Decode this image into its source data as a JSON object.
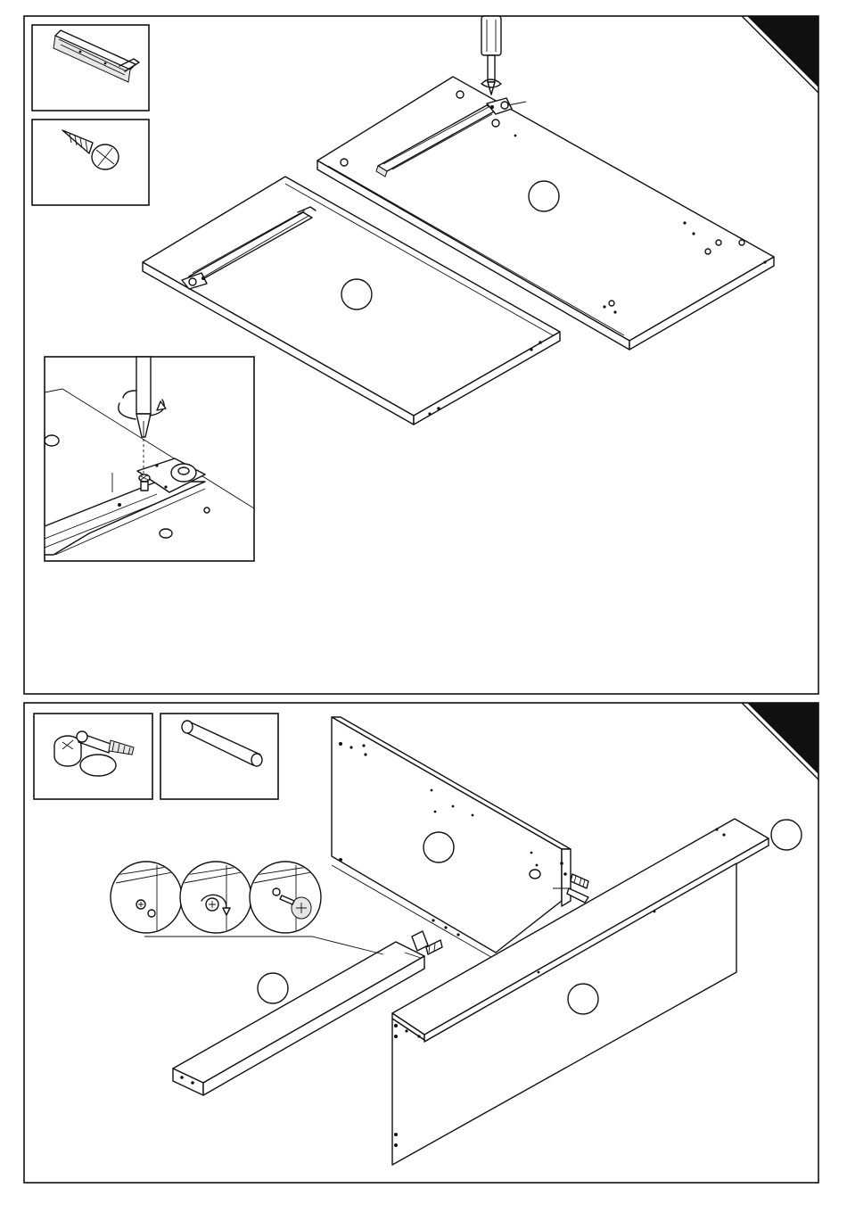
{
  "step_tabs": {
    "step_1": "",
    "step_2": ""
  },
  "parts": {
    "drawer_runner": "drawer-runner",
    "screw": "screw",
    "cam_lock": "cam-lock",
    "dowel": "dowel"
  },
  "colors": {
    "line": "#111111",
    "background": "#ffffff",
    "tab": "#111111"
  }
}
